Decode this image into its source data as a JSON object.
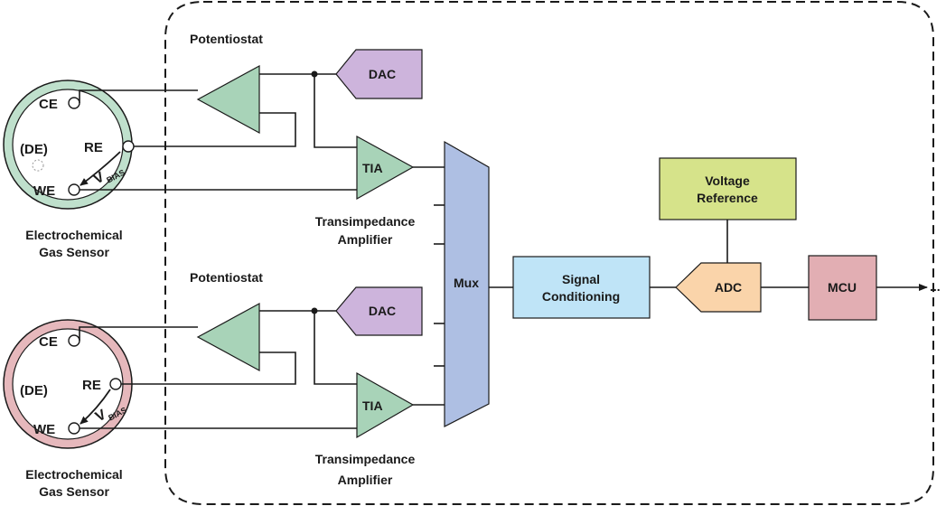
{
  "colors": {
    "dac": "#cdb4dc",
    "amp": "#a8d3b8",
    "mux": "#aebfe3",
    "signal_conditioning": "#bfe4f7",
    "voltage_reference": "#d6e38a",
    "adc": "#fad4aa",
    "mcu": "#e2aeb3",
    "sensor_top_ring": "#bfe0cc",
    "sensor_bottom_ring": "#e6b8bc",
    "wire": "#1a1a1a"
  },
  "channels": [
    {
      "potentiostat_label": "Potentiostat",
      "dac_label": "DAC",
      "tia_label": "TIA",
      "tia_caption_line1": "Transimpedance",
      "tia_caption_line2": "Amplifier",
      "sensor": {
        "ce": "CE",
        "de": "(DE)",
        "re": "RE",
        "we": "WE",
        "vbias_v": "V",
        "vbias_sub": "BIAS",
        "caption_line1": "Electrochemical",
        "caption_line2": "Gas Sensor"
      }
    },
    {
      "potentiostat_label": "Potentiostat",
      "dac_label": "DAC",
      "tia_label": "TIA",
      "tia_caption_line1": "Transimpedance",
      "tia_caption_line2": "Amplifier",
      "sensor": {
        "ce": "CE",
        "de": "(DE)",
        "re": "RE",
        "we": "WE",
        "vbias_v": "V",
        "vbias_sub": "BIAS",
        "caption_line1": "Electrochemical",
        "caption_line2": "Gas Sensor"
      }
    }
  ],
  "mux_label": "Mux",
  "signal_conditioning_line1": "Signal",
  "signal_conditioning_line2": "Conditioning",
  "voltage_reference_line1": "Voltage",
  "voltage_reference_line2": "Reference",
  "adc_label": "ADC",
  "mcu_label": "MCU",
  "output_ellipsis": "..."
}
